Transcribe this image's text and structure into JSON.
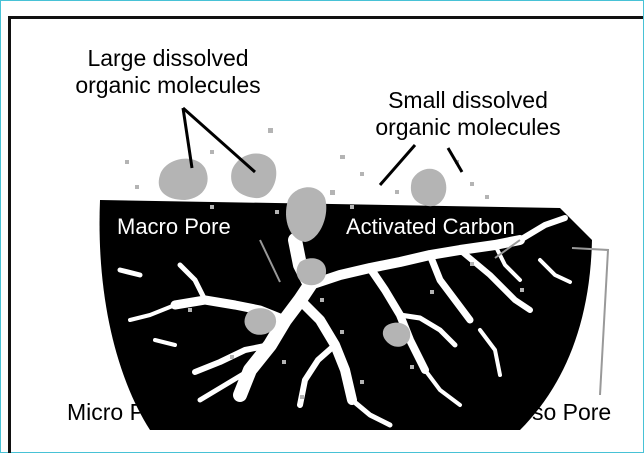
{
  "labels": {
    "large_molecules_line1": "Large dissolved",
    "large_molecules_line2": "organic molecules",
    "small_molecules_line1": "Small dissolved",
    "small_molecules_line2": "organic molecules",
    "macro_pore": "Macro Pore",
    "activated_carbon": "Activated Carbon",
    "micro_pore": "Micro Pore",
    "meso_pore": "Meso Pore"
  },
  "colors": {
    "carbon": "#000000",
    "molecule": "#b4b4b4",
    "pore": "#ffffff",
    "frame_border": "#48c2d6"
  }
}
